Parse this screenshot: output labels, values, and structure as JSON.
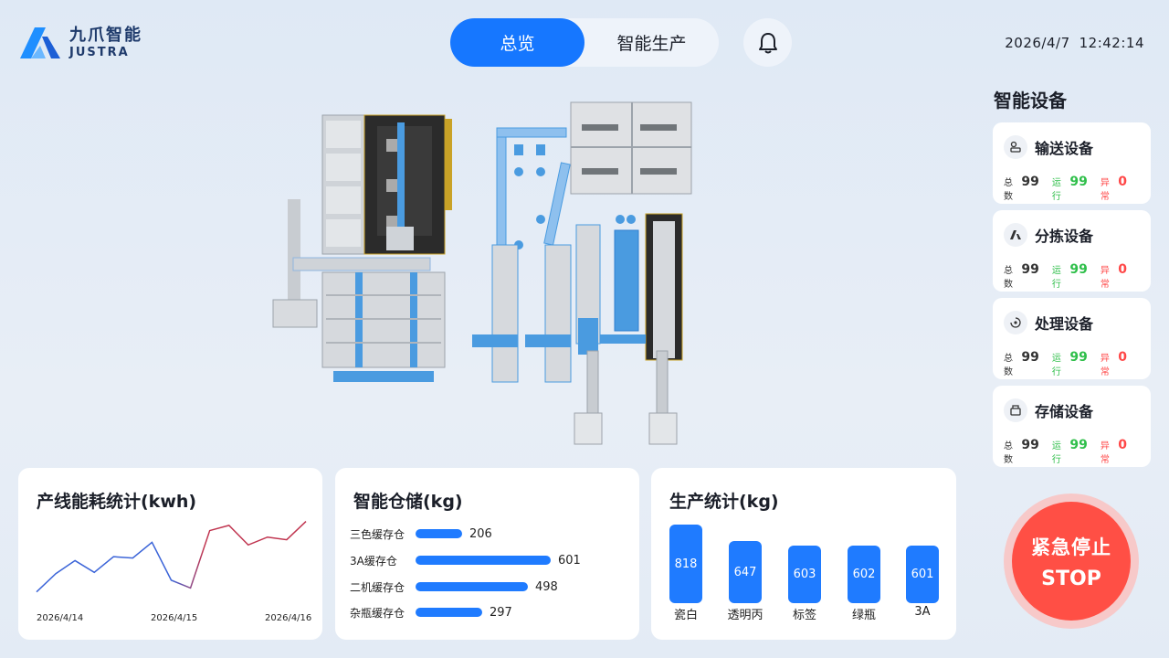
{
  "brand": {
    "name_cn": "九爪智能",
    "name_en": "JUSTRA"
  },
  "tabs": [
    {
      "label": "总览",
      "active": true
    },
    {
      "label": "智能生产",
      "active": false
    }
  ],
  "datetime": {
    "date": "2026/4/7",
    "time": "12:42:14"
  },
  "devices": {
    "title": "智能设备",
    "total_label": "总数",
    "run_label": "运行",
    "error_label": "异常",
    "items": [
      {
        "name": "输送设备",
        "icon": "conveyor-icon",
        "total": "99",
        "running": "99",
        "error": "0"
      },
      {
        "name": "分拣设备",
        "icon": "sorter-icon",
        "total": "99",
        "running": "99",
        "error": "0"
      },
      {
        "name": "处理设备",
        "icon": "processing-icon",
        "total": "99",
        "running": "99",
        "error": "0"
      },
      {
        "name": "存储设备",
        "icon": "storage-icon",
        "total": "99",
        "running": "99",
        "error": "0"
      }
    ]
  },
  "stop": {
    "label_cn": "紧急停止",
    "label_en": "STOP"
  },
  "energy": {
    "title": "产线能耗统计(kwh)",
    "x_labels": [
      "2026/4/14",
      "2026/4/15",
      "2026/4/16"
    ]
  },
  "storage": {
    "title": "智能仓储(kg)",
    "items": [
      {
        "name": "三色缓存仓",
        "value": "206"
      },
      {
        "name": "3A缓存仓",
        "value": "601"
      },
      {
        "name": "二机缓存仓",
        "value": "498"
      },
      {
        "name": "杂瓶缓存仓",
        "value": "297"
      }
    ]
  },
  "production": {
    "title": "生产统计(kg)",
    "items": [
      {
        "name": "瓷白",
        "value": "818"
      },
      {
        "name": "透明丙",
        "value": "647"
      },
      {
        "name": "标签",
        "value": "603"
      },
      {
        "name": "绿瓶",
        "value": "602"
      },
      {
        "name": "3A",
        "value": "601"
      }
    ]
  },
  "chart_data": [
    {
      "type": "line",
      "title": "产线能耗统计(kwh)",
      "x_tick_labels": [
        "2026/4/14",
        "2026/4/15",
        "2026/4/16"
      ],
      "series": [
        {
          "values": [
            10,
            24,
            34,
            25,
            37,
            36,
            48,
            19,
            13,
            57,
            61,
            46,
            52,
            50,
            64
          ]
        }
      ],
      "ylim": [
        0,
        70
      ],
      "grid": false,
      "colors": [
        "#3b64d8",
        "#c0344f"
      ]
    },
    {
      "type": "bar",
      "orientation": "horizontal",
      "title": "智能仓储(kg)",
      "categories": [
        "三色缓存仓",
        "3A缓存仓",
        "二机缓存仓",
        "杂瓶缓存仓"
      ],
      "values": [
        206,
        601,
        498,
        297
      ]
    },
    {
      "type": "bar",
      "title": "生产统计(kg)",
      "categories": [
        "瓷白",
        "透明丙",
        "标签",
        "绿瓶",
        "3A"
      ],
      "values": [
        818,
        647,
        603,
        602,
        601
      ]
    }
  ]
}
